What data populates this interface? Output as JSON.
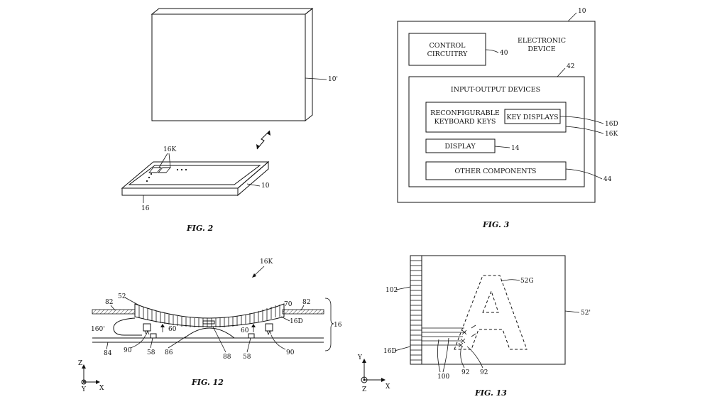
{
  "fig2": {
    "caption": "FIG. 2",
    "ref_monitor": "10'",
    "ref_keyboard": "10",
    "ref_keys": "16K",
    "ref_surface": "16"
  },
  "fig3": {
    "caption": "FIG. 3",
    "ref_device": "10",
    "device_label_line1": "ELECTRONIC",
    "device_label_line2": "DEVICE",
    "control_line1": "CONTROL",
    "control_line2": "CIRCUITRY",
    "ref_control": "40",
    "ref_io": "42",
    "io_label": "INPUT-OUTPUT DEVICES",
    "rkk_line1": "RECONFIGURABLE",
    "rkk_line2": "KEYBOARD KEYS",
    "key_displays": "KEY DISPLAYS",
    "ref_key_displays": "16D",
    "ref_rkk": "16K",
    "display": "DISPLAY",
    "ref_display": "14",
    "other": "OTHER COMPONENTS",
    "ref_other": "44"
  },
  "fig12": {
    "caption": "FIG. 12",
    "ref_16k": "16K",
    "ref_52": "52",
    "ref_82a": "82",
    "ref_82b": "82",
    "ref_70": "70",
    "ref_16d": "16D",
    "ref_16": "16",
    "ref_160": "160'",
    "ref_60a": "60",
    "ref_60b": "60",
    "ref_84": "84",
    "ref_90a": "90",
    "ref_58a": "58",
    "ref_86": "86",
    "ref_88": "88",
    "ref_58b": "58",
    "ref_90b": "90",
    "axis_z": "Z",
    "axis_y": "Y",
    "axis_x": "X"
  },
  "fig13": {
    "caption": "FIG. 13",
    "ref_102": "102",
    "ref_52g": "52G",
    "ref_52p": "52'",
    "ref_16d": "16D",
    "ref_100": "100",
    "ref_92a": "92",
    "ref_92b": "92",
    "axis_y": "Y",
    "axis_z": "Z",
    "axis_x": "X"
  }
}
